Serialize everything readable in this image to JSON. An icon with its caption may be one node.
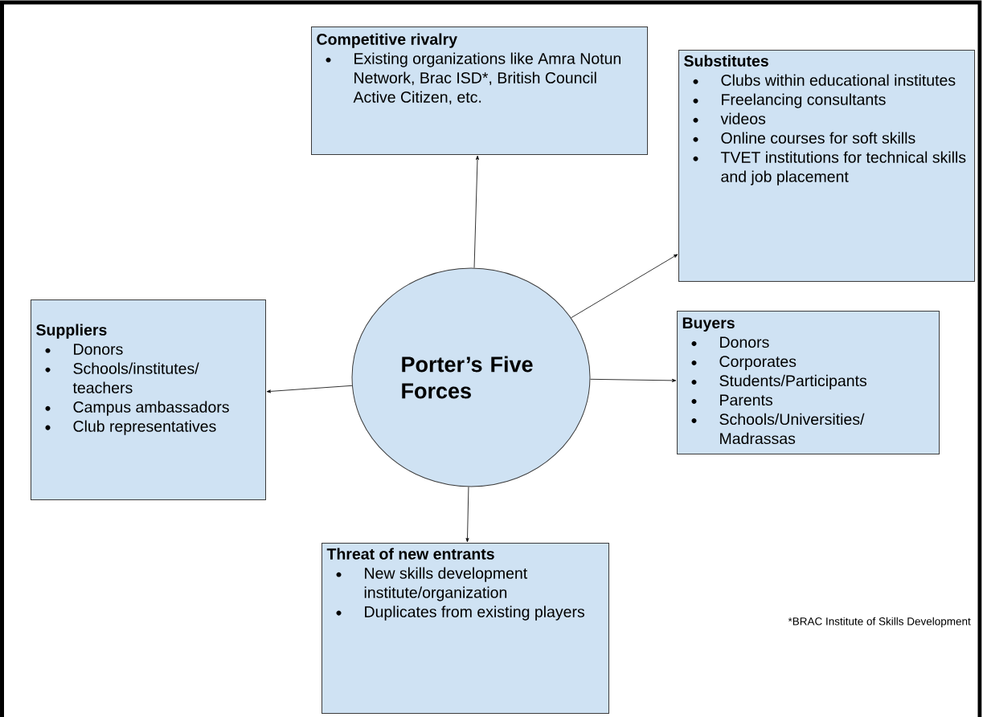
{
  "diagram": {
    "nodes": [
      {
        "text": [
          "Porter’s Five Forces"
        ]
      },
      {
        "text": [
          "Competitive rivalry",
          "Existing organizations like Amra Notun Network, Brac ISD*, British Council Active Citizen, etc."
        ]
      },
      {
        "text": [
          "Substitutes",
          "Clubs within educational institutes",
          "Freelancing consultants",
          "videos",
          "Online courses for soft skills",
          "TVET institutions for technical skills and job placement"
        ]
      },
      {
        "text": [
          "Suppliers",
          "Donors",
          "Schools/institutes/ teachers",
          "Campus ambassadors",
          "Club representatives"
        ]
      },
      {
        "text": [
          "Buyers",
          "Donors",
          "Corporates",
          "Students/Participants",
          "Parents",
          "Schools/Universities/ Madrassas"
        ]
      },
      {
        "text": [
          "Threat of new entrants",
          "New skills development institute/organization",
          "Duplicates from existing players"
        ]
      }
    ],
    "edges": [
      {
        "from": 0,
        "to": 1,
        "arrow": "to"
      },
      {
        "from": 0,
        "to": 2,
        "arrow": "to"
      },
      {
        "from": 0,
        "to": 3,
        "arrow": "to"
      },
      {
        "from": 0,
        "to": 4,
        "arrow": "to"
      },
      {
        "from": 0,
        "to": 5,
        "arrow": "to"
      }
    ],
    "labels": [
      "*BRAC Institute of Skills Development"
    ]
  }
}
